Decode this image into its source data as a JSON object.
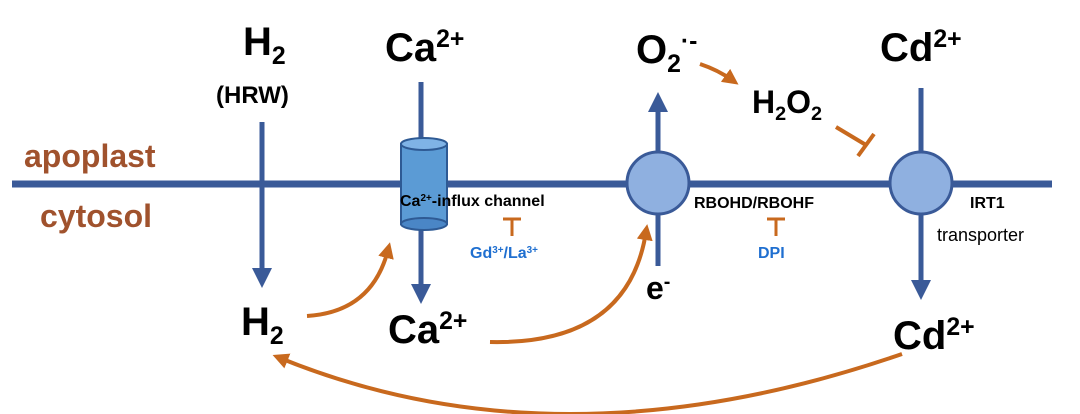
{
  "compartments": {
    "top": "apoplast",
    "bottom": "cytosol"
  },
  "molecules": {
    "h2_top": {
      "base": "H",
      "sub": "2"
    },
    "hrw": "(HRW)",
    "ca_top": {
      "base": "Ca",
      "sup": "2+"
    },
    "o2": {
      "base": "O",
      "sub": "2",
      "sup": "·-"
    },
    "h2o2": {
      "b1": "H",
      "s1": "2",
      "b2": "O",
      "s2": "2"
    },
    "cd_top": {
      "base": "Cd",
      "sup": "2+"
    },
    "h2_bottom": {
      "base": "H",
      "sub": "2"
    },
    "ca_bottom": {
      "base": "Ca",
      "sup": "2+"
    },
    "electron": {
      "base": "e",
      "sup": "-"
    },
    "cd_bottom": {
      "base": "Cd",
      "sup": "2+"
    }
  },
  "channel": {
    "pre": "Ca",
    "sup": "2+",
    "post": "-influx channel"
  },
  "inhibitors": {
    "gd_la": {
      "b1": "Gd",
      "s1": "3+",
      "mid": "/La",
      "s2": "3+"
    },
    "dpi": "DPI"
  },
  "proteins": {
    "rboh": "RBOHD/RBOHF",
    "irt1": "IRT1",
    "transporter": "transporter"
  },
  "colors": {
    "membrane": "#3a5a98",
    "protein_fill": "#8fb0e0",
    "channel_fill": "#5b9bd5",
    "activation": "#c8691e",
    "inhibitor_text": "#1f6fd0",
    "compartment_text": "#a0522d"
  }
}
